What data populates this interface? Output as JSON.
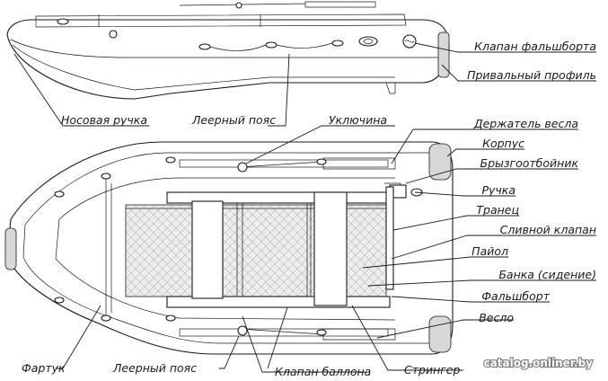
{
  "labels": {
    "gunwale_valve": "Клапан фальшборта",
    "fender_profile": "Привальный профиль",
    "bow_handle": "Носовая ручка",
    "rope_belt_top": "Леерный пояс",
    "oarlock": "Уключина",
    "oar_holder": "Держатель весла",
    "hull": "Корпус",
    "spray_deflector": "Брызгоотбойник",
    "handle": "Ручка",
    "transom": "Транец",
    "drain_valve": "Сливной клапан",
    "floor": "Пайол",
    "bench": "Банка (сидение)",
    "gunwale": "Фальшборт",
    "oar": "Весло",
    "apron": "Фартук",
    "rope_belt_bottom": "Леерный пояс",
    "tube_valve": "Клапан баллона",
    "stringer": "Стрингер"
  },
  "watermark": "catalog.onliner.by",
  "colors": {
    "line": "#1a1a1a",
    "tube_end": "#d8d8d8",
    "background": "#ffffff"
  }
}
